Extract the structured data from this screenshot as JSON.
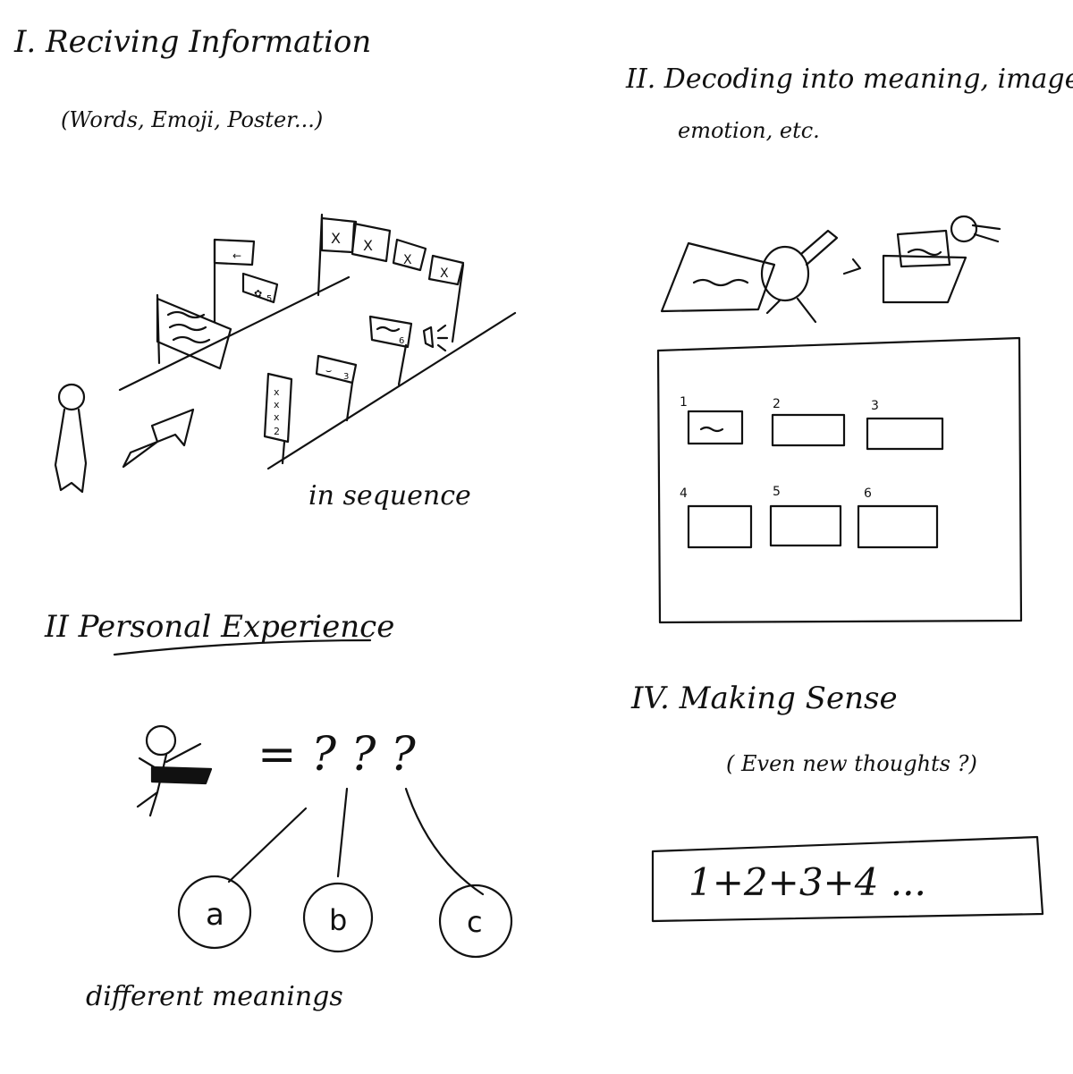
{
  "section1": {
    "title": "I. Reciving Information",
    "subtitle": "(Words, Emoji, Poster...)",
    "caption": "in sequence",
    "sign_marks": [
      "←",
      "X",
      "X",
      "X",
      "X",
      "6",
      "3",
      "5"
    ],
    "banner_marks": [
      "x",
      "x",
      "x",
      "2"
    ]
  },
  "section2": {
    "title": "II. Decoding into meaning, image",
    "subtitle": "emotion, etc.",
    "frame_numbers": [
      "1",
      "2",
      "3",
      "4",
      "5",
      "6"
    ]
  },
  "section3": {
    "title": "II Personal Experience",
    "equation": "= ? ? ?",
    "options": [
      "a",
      "b",
      "c"
    ],
    "caption": "different meanings"
  },
  "section4": {
    "title": "IV. Making Sense",
    "subtitle": "( Even new thoughts ?)",
    "sum": "1+2+3+4 ..."
  }
}
